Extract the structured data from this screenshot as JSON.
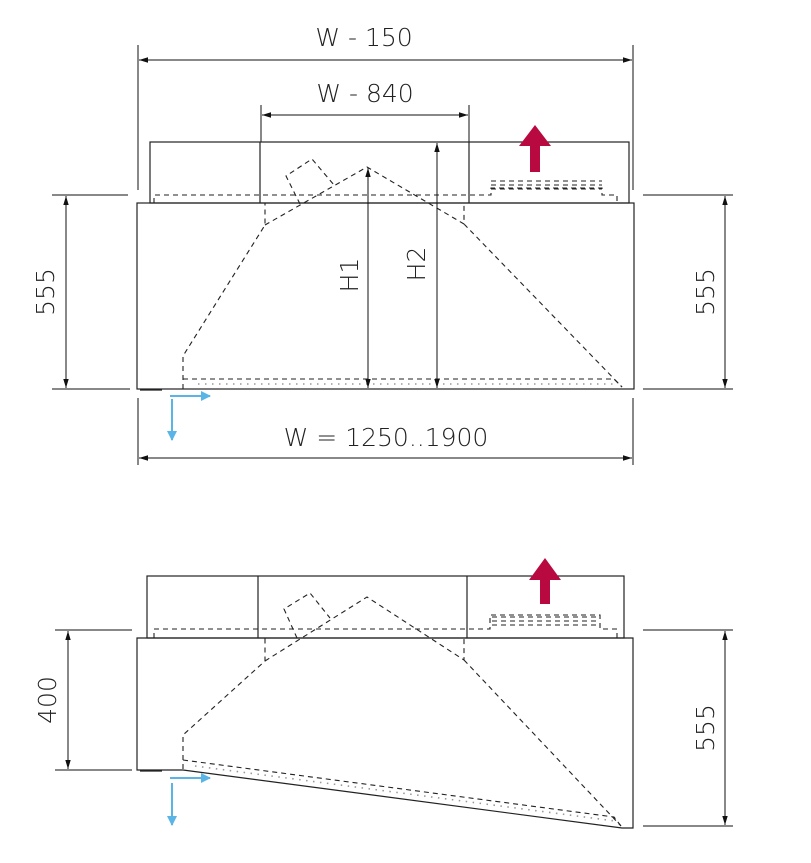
{
  "colors": {
    "exhaust_arrow": "#b80a40",
    "supply_arrow": "#5ab4e5",
    "line": "#222222"
  },
  "top_view": {
    "dim_top_outer": "W - 150",
    "dim_top_inner": "W - 840",
    "dim_h1": "H1",
    "dim_h2": "H2",
    "dim_left": "555",
    "dim_right": "555",
    "dim_bottom": "W = 1250..1900"
  },
  "bottom_view": {
    "dim_left": "400",
    "dim_right": "555"
  }
}
